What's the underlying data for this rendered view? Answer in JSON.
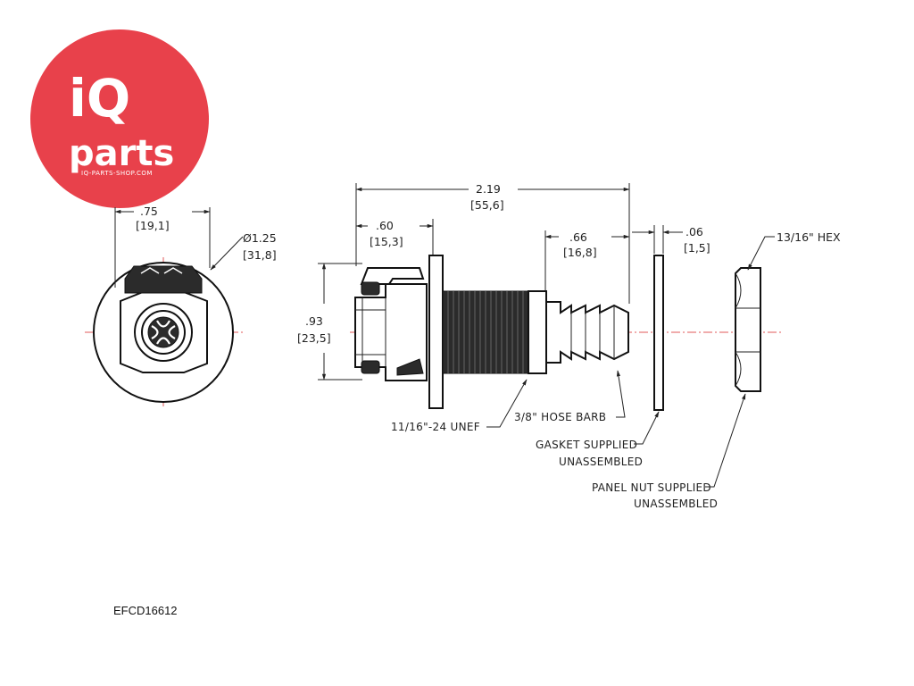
{
  "logo": {
    "brand_top": "iQ",
    "brand_bottom": "parts",
    "url": "IQ-PARTS-SHOP.COM",
    "color": "#e8414b"
  },
  "front_view": {
    "width_dim": ".75",
    "width_dim_mm": "[19,1]",
    "diameter_dim": "Ø1.25",
    "diameter_dim_mm": "[31,8]"
  },
  "side_view": {
    "overall_length": "2.19",
    "overall_length_mm": "[55,6]",
    "coupling_length": ".60",
    "coupling_length_mm": "[15,3]",
    "barb_length": ".66",
    "barb_length_mm": "[16,8]",
    "gasket_thickness": ".06",
    "gasket_thickness_mm": "[1,5]",
    "height": ".93",
    "height_mm": "[23,5]",
    "hex_size": "13/16\"  HEX"
  },
  "callouts": {
    "thread": "11/16\"-24 UNEF",
    "hose_barb": "3/8\" HOSE BARB",
    "gasket_line1": "GASKET SUPPLIED",
    "gasket_line2": "UNASSEMBLED",
    "nut_line1": "PANEL NUT SUPPLIED",
    "nut_line2": "UNASSEMBLED"
  },
  "part_number": "EFCD16612",
  "colors": {
    "centerline": "#e05a5a",
    "line": "#222222"
  }
}
